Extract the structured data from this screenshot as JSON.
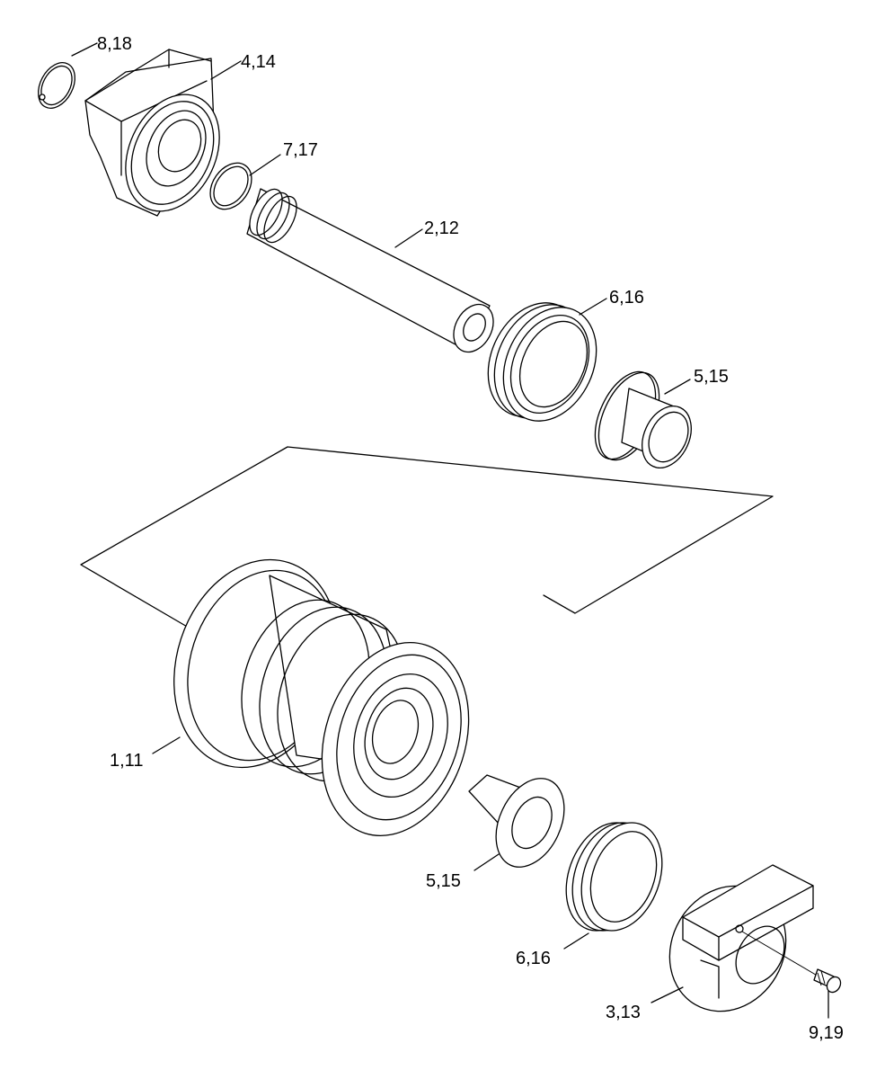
{
  "diagram": {
    "labels": {
      "p8_18": "8,18",
      "p4_14": "4,14",
      "p7_17": "7,17",
      "p2_12": "2,12",
      "p6_16_top": "6,16",
      "p5_15_top": "5,15",
      "p1_11": "1,11",
      "p5_15_bottom": "5,15",
      "p6_16_bottom": "6,16",
      "p3_13": "3,13",
      "p9_19": "9,19"
    }
  }
}
